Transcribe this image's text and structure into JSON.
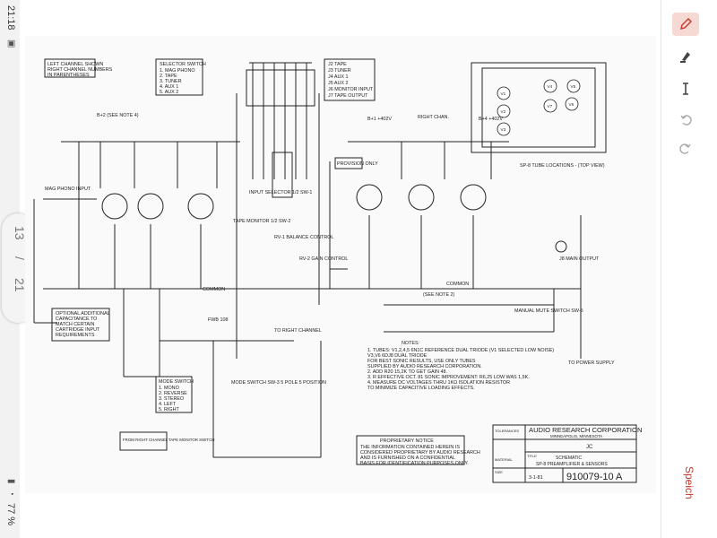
{
  "status_bar": {
    "time": "21:18",
    "battery": "77 %",
    "signal_icon": "signal-icon",
    "wifi_icon": "wifi-icon",
    "notification_icon": "notification-icon"
  },
  "page_indicator": {
    "current": "13",
    "separator": "/",
    "total": "21"
  },
  "toolbar": {
    "tools": [
      "pen-icon",
      "highlighter-icon",
      "text-cursor-icon",
      "undo-icon",
      "redo-icon"
    ],
    "save_label": "Speich"
  },
  "schematic": {
    "title_block": {
      "company": "AUDIO RESEARCH CORPORATION",
      "city": "MINNEAPOLIS, MINNESOTA",
      "title_caption": "TITLE",
      "title_1": "SCHEMATIC",
      "title_2": "SP-8 PREAMPLIFIER & SENSORS",
      "drawing_no": "910079-10 A",
      "date": "3-1-81",
      "tolerances": "TOLERANCES",
      "material": "MATERIAL",
      "drawn_initials": "JC",
      "size_label": "SIZE"
    },
    "notes": {
      "header": "NOTES:",
      "lines": [
        "1. TUBES: V1,2,4,5 6N1C REFERENCE DUAL TRIODE (V1 SELECTED LOW NOISE)",
        "    V3,V6 6DJ8 DUAL TRIODE",
        "    FOR BEST SONIC RESULTS, USE ONLY TUBES",
        "    SUPPLIED BY AUDIO RESEARCH CORPORATION.",
        "2. ADD R20 15,2K TO GET GAIN 48.",
        "3. R EFFECTIVE OCT. 81 SONIC IMPROVEMENT: R6,25 LOW WAS 1,5K.",
        "4. MEASURE DC VOLTAGES THRU 1KΩ ISOLATION RESISTOR",
        "    TO MINIMIZE CAPACITIVE LOADING EFFECTS."
      ]
    },
    "proprietary": {
      "header": "PROPRIETARY NOTICE",
      "lines": [
        "THE INFORMATION CONTAINED HEREIN IS",
        "CONSIDERED PROPRIETARY BY AUDIO RESEARCH",
        "AND IS FURNISHED ON A CONFIDENTIAL",
        "BASIS FOR IDENTIFICATION PURPOSES ONLY."
      ]
    },
    "left_channel_note": [
      "LEFT CHANNEL SHOWN",
      "RIGHT CHANNEL NUMBERS",
      "IN PARENTHESES"
    ],
    "selector_legend": {
      "header": "SELECTOR SWITCH",
      "items": [
        "1. MAG PHONO",
        "2. TAPE",
        "3. TUNER",
        "4. AUX 1",
        "5. AUX 2"
      ]
    },
    "jack_legend": [
      "J2 TAPE",
      "J3 TUNER",
      "J4 AUX 1",
      "J5 AUX 2",
      "J6 MONITOR INPUT",
      "J7 TAPE OUTPUT"
    ],
    "mode_legend": {
      "header": "MODE SWITCH",
      "items": [
        "1. MONO",
        "2. REVERSE",
        "3. STEREO",
        "4. LEFT",
        "5. RIGHT"
      ]
    },
    "optional_note": [
      "OPTIONAL ADDITIONAL",
      "CAPACITANCE TO",
      "MATCH CERTAIN",
      "CARTRIDGE INPUT",
      "REQUIREMENTS"
    ],
    "tube_locations": "SP-8 TUBE LOCATIONS - (TOP VIEW)",
    "tube_labels": [
      "V1",
      "V2",
      "V3",
      "V4",
      "V5",
      "V6",
      "V7"
    ],
    "labels": {
      "common": "COMMON",
      "common2": "COMMON",
      "input_selector": "INPUT SELECTOR 1/2 SW-1",
      "tape_monitor": "TAPE MONITOR 1/2 SW-2",
      "balance": "RV-1 BALANCE CONTROL",
      "gain": "RV-2 GAIN CONTROL",
      "to_right": "TO RIGHT CHANNEL",
      "mode_switch": "MODE SWITCH SW-3 5 POLE 5 POSITION",
      "from_right": "FROM RIGHT CHANNEL TAPE MONITOR SWITCH",
      "manual_mute": "MANUAL MUTE SWITCH SW-5",
      "to_power": "TO POWER SUPPLY",
      "provision": "PROVISION ONLY",
      "see_note2": "(SEE NOTE 2)",
      "right_chan": "RIGHT CHAN.",
      "mag_phono": "MAG PHONO INPUT",
      "monitor_input": "INPUT",
      "b_plus": "B+2 (SEE NOTE 4)",
      "b_plus2": "B+1 +402V",
      "b_plus4": "B+4 +402V",
      "output": "J8 MAIN OUTPUT",
      "fw": "FWB 108"
    }
  }
}
